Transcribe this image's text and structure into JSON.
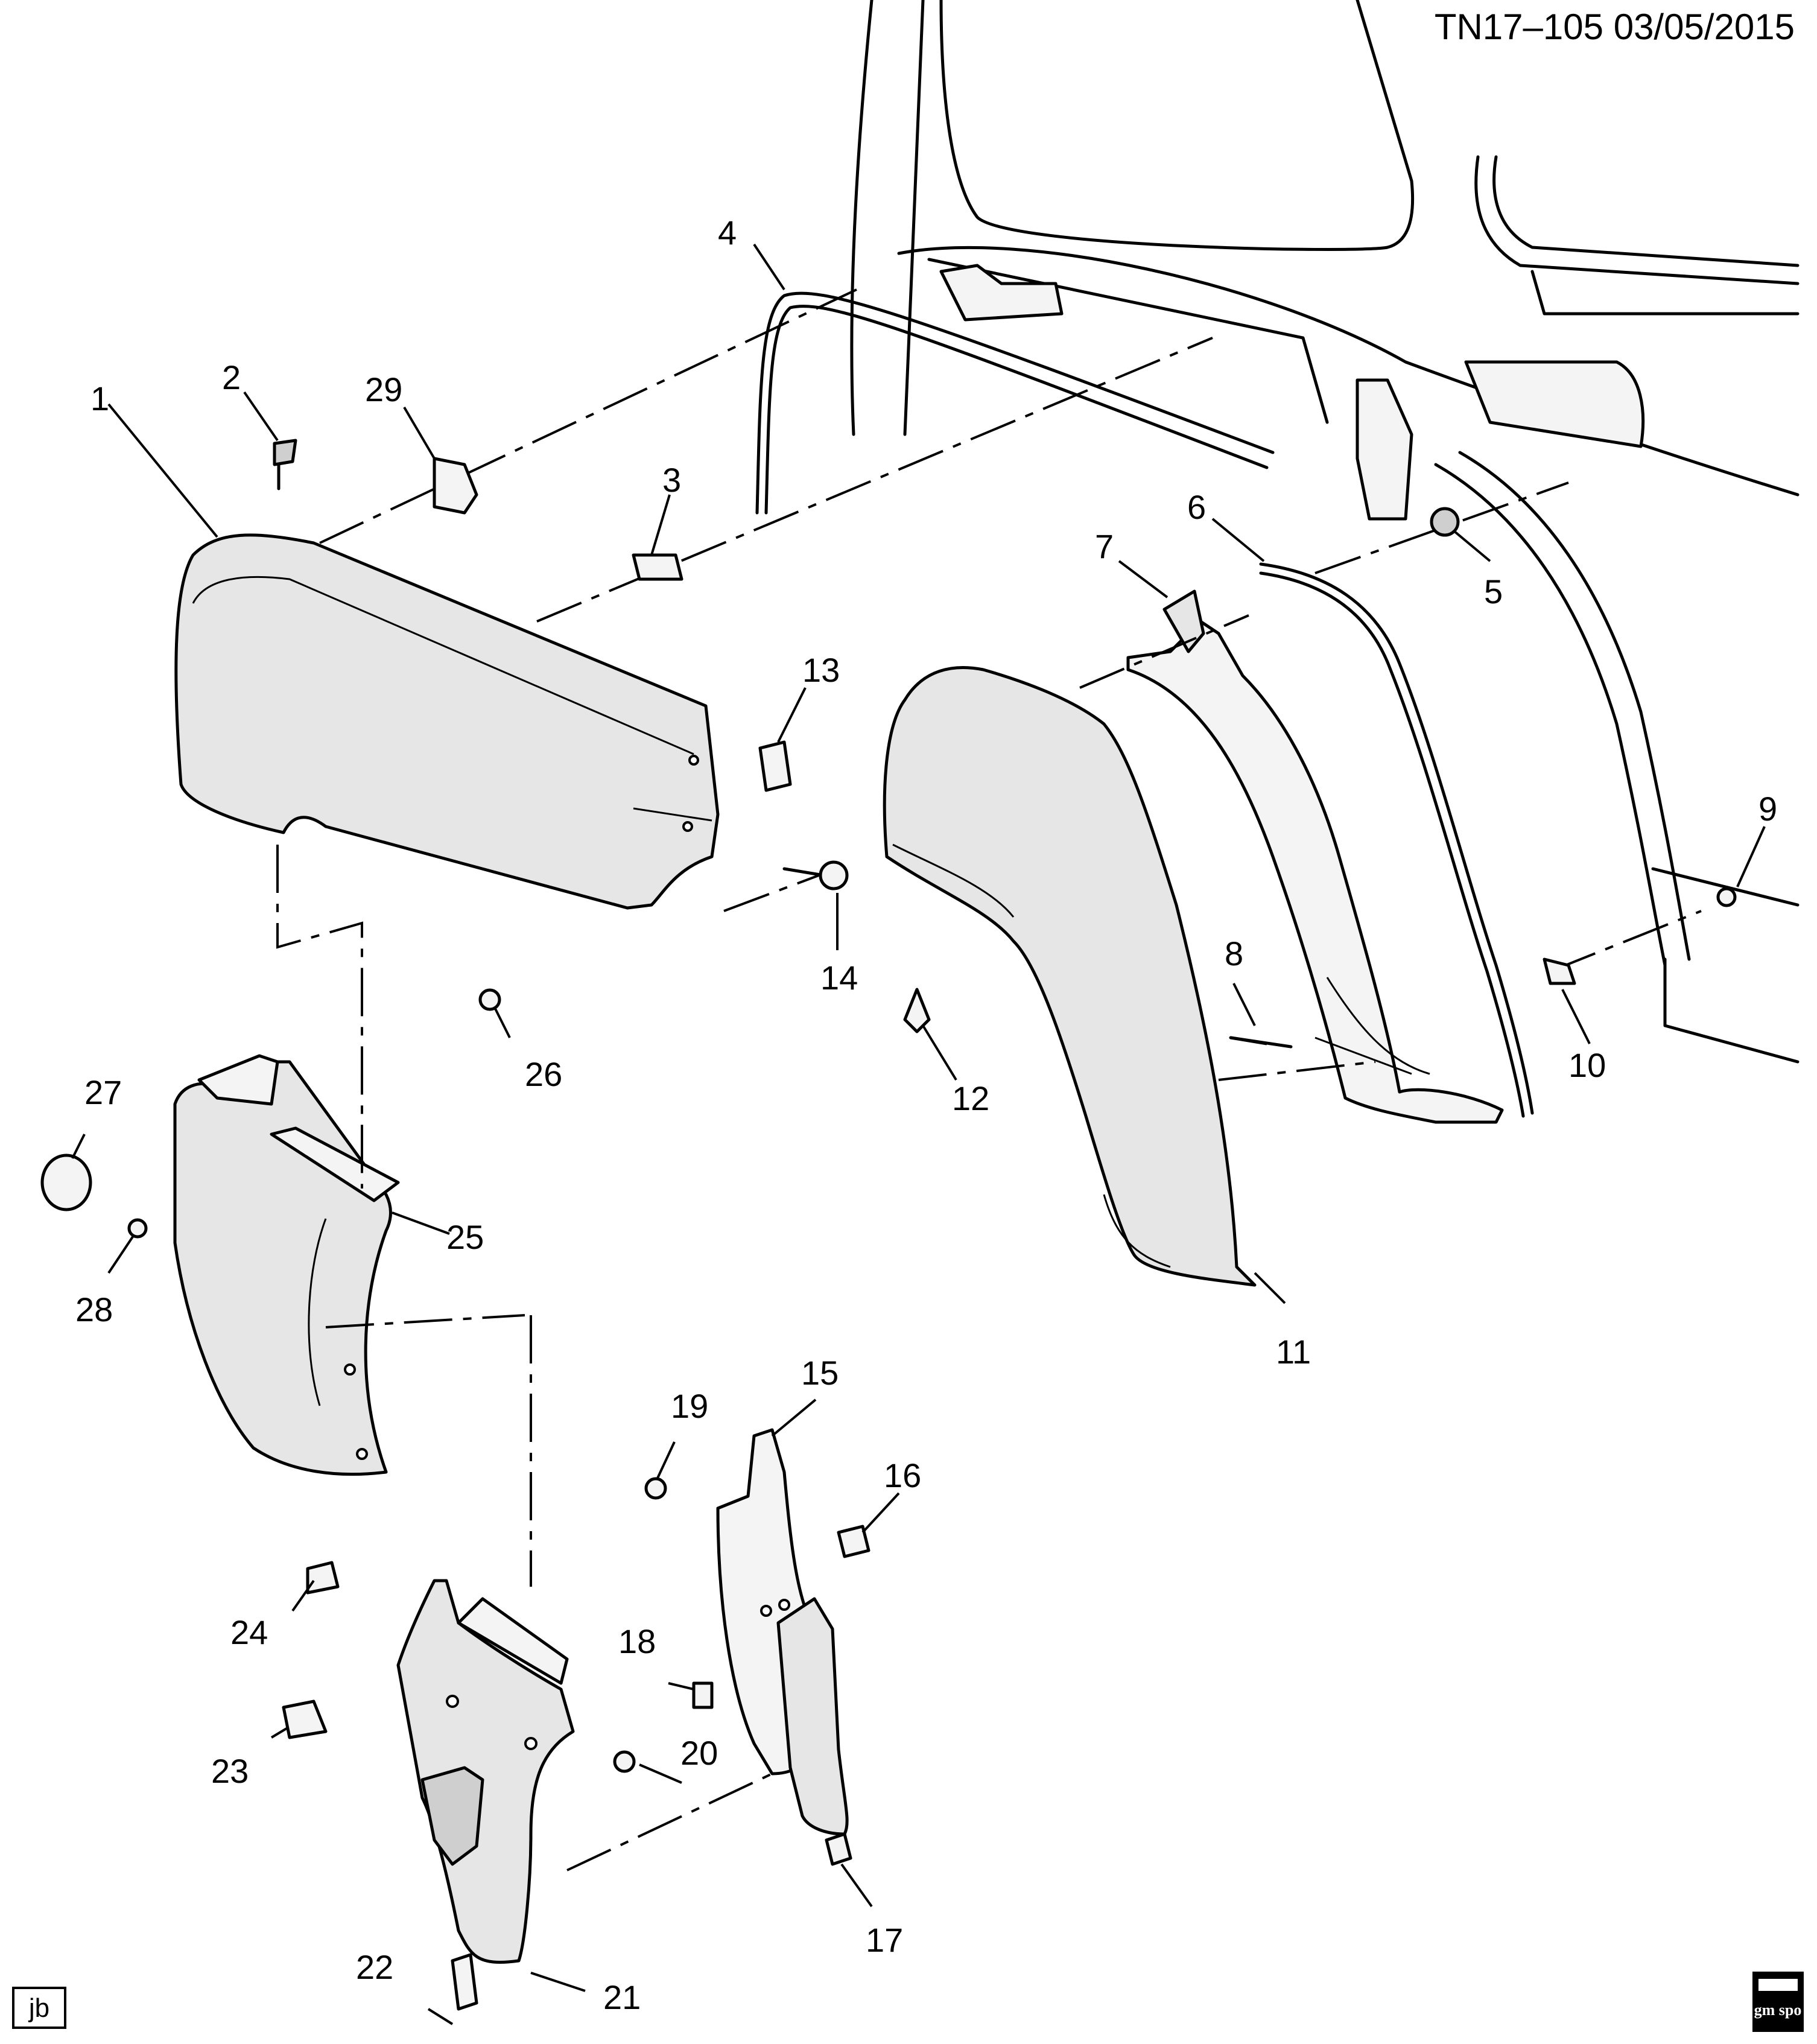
{
  "header": {
    "reference": "TN17–105  03/05/2015"
  },
  "footer": {
    "illustrator_badge": "jb",
    "logo_text": "gm spo"
  },
  "callouts": [
    {
      "id": "1",
      "label": "1"
    },
    {
      "id": "2",
      "label": "2"
    },
    {
      "id": "3",
      "label": "3"
    },
    {
      "id": "4",
      "label": "4"
    },
    {
      "id": "5",
      "label": "5"
    },
    {
      "id": "6",
      "label": "6"
    },
    {
      "id": "7",
      "label": "7"
    },
    {
      "id": "8",
      "label": "8"
    },
    {
      "id": "9",
      "label": "9"
    },
    {
      "id": "10",
      "label": "10"
    },
    {
      "id": "11",
      "label": "11"
    },
    {
      "id": "12",
      "label": "12"
    },
    {
      "id": "13",
      "label": "13"
    },
    {
      "id": "14",
      "label": "14"
    },
    {
      "id": "15",
      "label": "15"
    },
    {
      "id": "16",
      "label": "16"
    },
    {
      "id": "17",
      "label": "17"
    },
    {
      "id": "18",
      "label": "18"
    },
    {
      "id": "19",
      "label": "19"
    },
    {
      "id": "20",
      "label": "20"
    },
    {
      "id": "21",
      "label": "21"
    },
    {
      "id": "22",
      "label": "22"
    },
    {
      "id": "23",
      "label": "23"
    },
    {
      "id": "24",
      "label": "24"
    },
    {
      "id": "25",
      "label": "25"
    },
    {
      "id": "26",
      "label": "26"
    },
    {
      "id": "27",
      "label": "27"
    },
    {
      "id": "28",
      "label": "28"
    },
    {
      "id": "29",
      "label": "29"
    }
  ]
}
